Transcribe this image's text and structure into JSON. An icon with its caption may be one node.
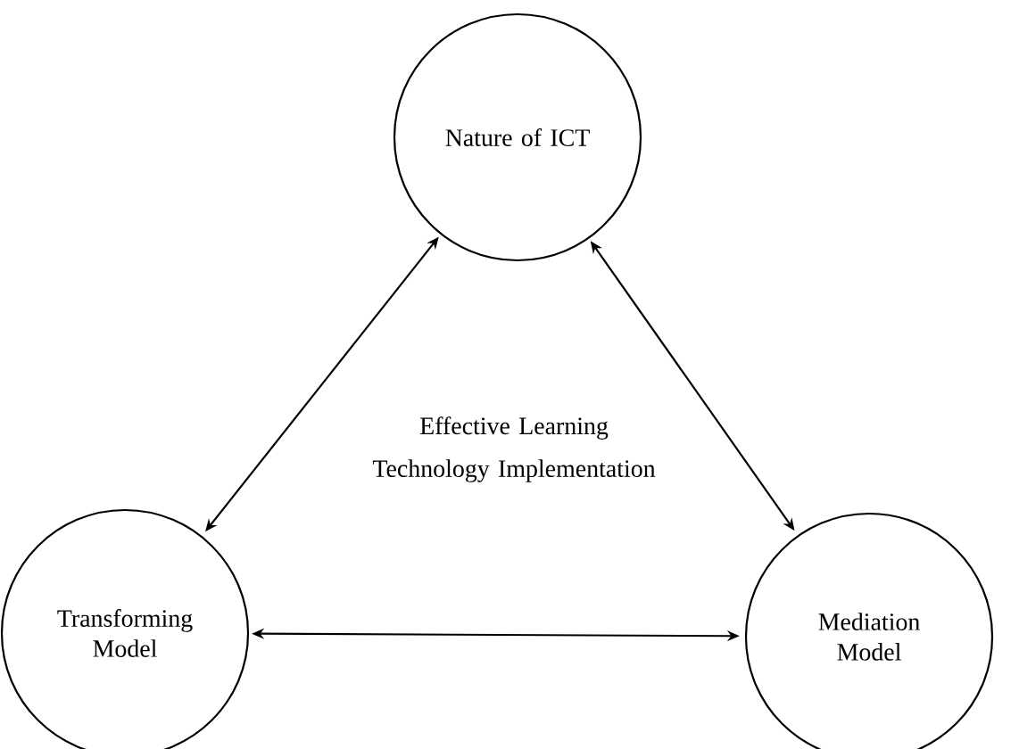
{
  "diagram": {
    "nodes": [
      {
        "text": [
          "Nature of ICT"
        ]
      },
      {
        "text": [
          "Transforming Model"
        ]
      },
      {
        "text": [
          "Mediation Model"
        ]
      }
    ],
    "edges": [
      {
        "from": 0,
        "to": 1,
        "arrow": "both"
      },
      {
        "from": 0,
        "to": 2,
        "arrow": "both"
      },
      {
        "from": 1,
        "to": 2,
        "arrow": "both"
      }
    ],
    "labels": [
      "Effective Learning Technology Implementation"
    ]
  }
}
